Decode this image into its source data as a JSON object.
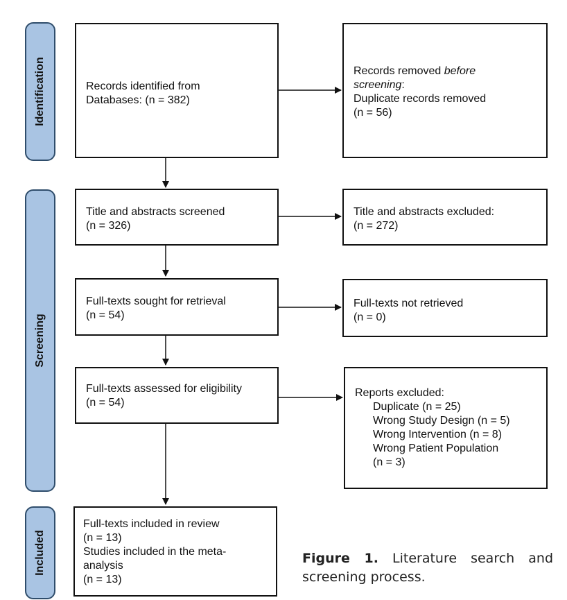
{
  "stages": {
    "identification": "Identification",
    "screening": "Screening",
    "included": "Included"
  },
  "boxes": {
    "records_identified": {
      "line1": "Records identified from",
      "line2": "Databases: (n = 382)"
    },
    "records_removed": {
      "line1": "Records removed ",
      "line1_em": "before",
      "line2_em": "screening",
      "line2_rest": ":",
      "line3": "Duplicate records removed",
      "line4": "(n = 56)"
    },
    "title_abstracts_screened": {
      "line1": "Title and abstracts screened",
      "line2": "(n = 326)"
    },
    "title_abstracts_excluded": {
      "line1": "Title and abstracts excluded:",
      "line2": "(n = 272)"
    },
    "fulltexts_sought": {
      "line1": "Full-texts sought for retrieval",
      "line2": "(n = 54)"
    },
    "fulltexts_not_retrieved": {
      "line1": "Full-texts not retrieved",
      "line2": "(n = 0)"
    },
    "fulltexts_assessed": {
      "line1": "Full-texts assessed for eligibility",
      "line2": "(n = 54)"
    },
    "reports_excluded": {
      "heading": "Reports excluded:",
      "items": [
        "Duplicate (n = 25)",
        "Wrong Study Design (n = 5)",
        "Wrong Intervention (n = 8)",
        "Wrong Patient Population",
        "(n = 3)"
      ]
    },
    "fulltexts_included": {
      "line1": "Full-texts included in review",
      "line2": "(n = 13)",
      "line3": "Studies included in the meta-",
      "line4": "analysis",
      "line5": "(n = 13)"
    }
  },
  "caption": {
    "label": "Figure 1.",
    "text": " Literature search and screening process."
  }
}
